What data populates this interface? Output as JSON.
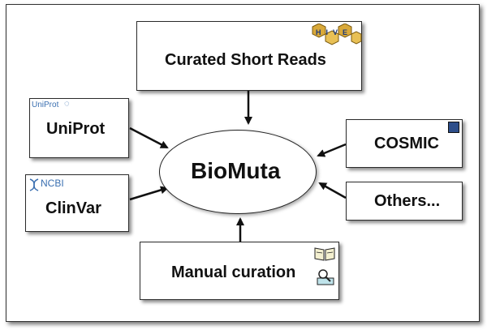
{
  "diagram": {
    "center": "BioMuta",
    "sources": {
      "curated_short_reads": "Curated Short Reads",
      "uniprot": "UniProt",
      "clinvar": "ClinVar",
      "cosmic": "COSMIC",
      "others": "Others...",
      "manual_curation": "Manual curation"
    },
    "logos": {
      "uniprot_logo": "UniProt",
      "ncbi_logo": "NCBI",
      "hive_logo": "HIVE"
    },
    "colors": {
      "hive_hex": "#d9a93a",
      "uniprot_blue": "#3a6fb0",
      "cosmic_blue": "#2d4e8a"
    }
  }
}
